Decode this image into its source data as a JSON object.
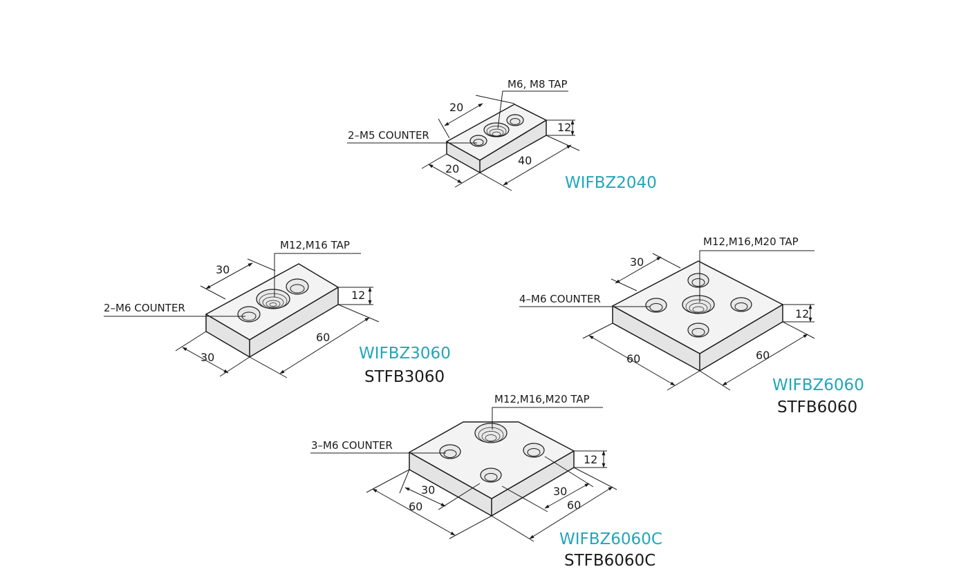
{
  "colors": {
    "accent": "#22a6b8",
    "ink": "#1a1a1a"
  },
  "parts": {
    "wifbz2040": {
      "tap_label": "M6, M8 TAP",
      "counter_label": "2–M5 COUNTER",
      "dim_top": "20",
      "dim_height": "12",
      "dim_width": "20",
      "dim_length": "40",
      "code_primary": "WIFBZ2040"
    },
    "wifbz3060": {
      "tap_label": "M12,M16 TAP",
      "counter_label": "2–M6 COUNTER",
      "dim_top": "30",
      "dim_height": "12",
      "dim_width": "30",
      "dim_length": "60",
      "code_primary": "WIFBZ3060",
      "code_secondary": "STFB3060"
    },
    "wifbz6060": {
      "tap_label": "M12,M16,M20 TAP",
      "counter_label": "4–M6 COUNTER",
      "dim_top": "30",
      "dim_height": "12",
      "dim_width": "60",
      "dim_length": "60",
      "code_primary": "WIFBZ6060",
      "code_secondary": "STFB6060"
    },
    "wifbz6060c": {
      "tap_label": "M12,M16,M20 TAP",
      "counter_label": "3–M6 COUNTER",
      "dim_height": "12",
      "dim_inner_left": "30",
      "dim_outer_left": "60",
      "dim_inner_right": "30",
      "dim_outer_right": "60",
      "code_primary": "WIFBZ6060C",
      "code_secondary": "STFB6060C"
    }
  }
}
